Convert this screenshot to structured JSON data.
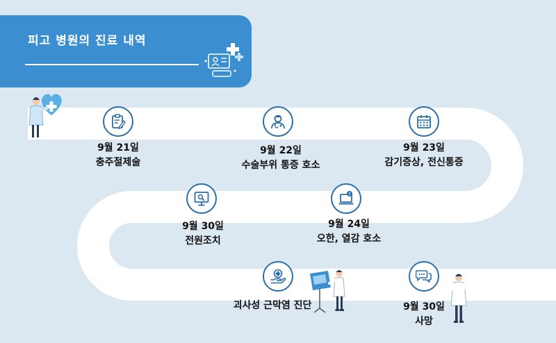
{
  "title": "피고 병원의 진료 내역",
  "colors": {
    "panel": "#3b8fd0",
    "background": "#dce8f1",
    "road": "#ffffff",
    "icon": "#2b6ea8",
    "text": "#111111"
  },
  "events": [
    {
      "date": "9월 21일",
      "desc": "충주절제술",
      "icon": "clipboard-icon"
    },
    {
      "date": "9월 22일",
      "desc": "수술부위 통증 호소",
      "icon": "doctor-icon"
    },
    {
      "date": "9월 23일",
      "desc": "감기증상, 전신통증",
      "icon": "calendar-icon"
    },
    {
      "date": "9월 24일",
      "desc": "오한, 열감 호소",
      "icon": "laptop-alert-icon"
    },
    {
      "date": "9월 30일",
      "desc": "전원조치",
      "icon": "monitor-search-icon"
    },
    {
      "date": "",
      "desc": "괴사성 근막염 진단",
      "icon": "hand-medical-icon"
    },
    {
      "date": "9월 30일",
      "desc": "사망",
      "icon": "chat-icon"
    }
  ]
}
